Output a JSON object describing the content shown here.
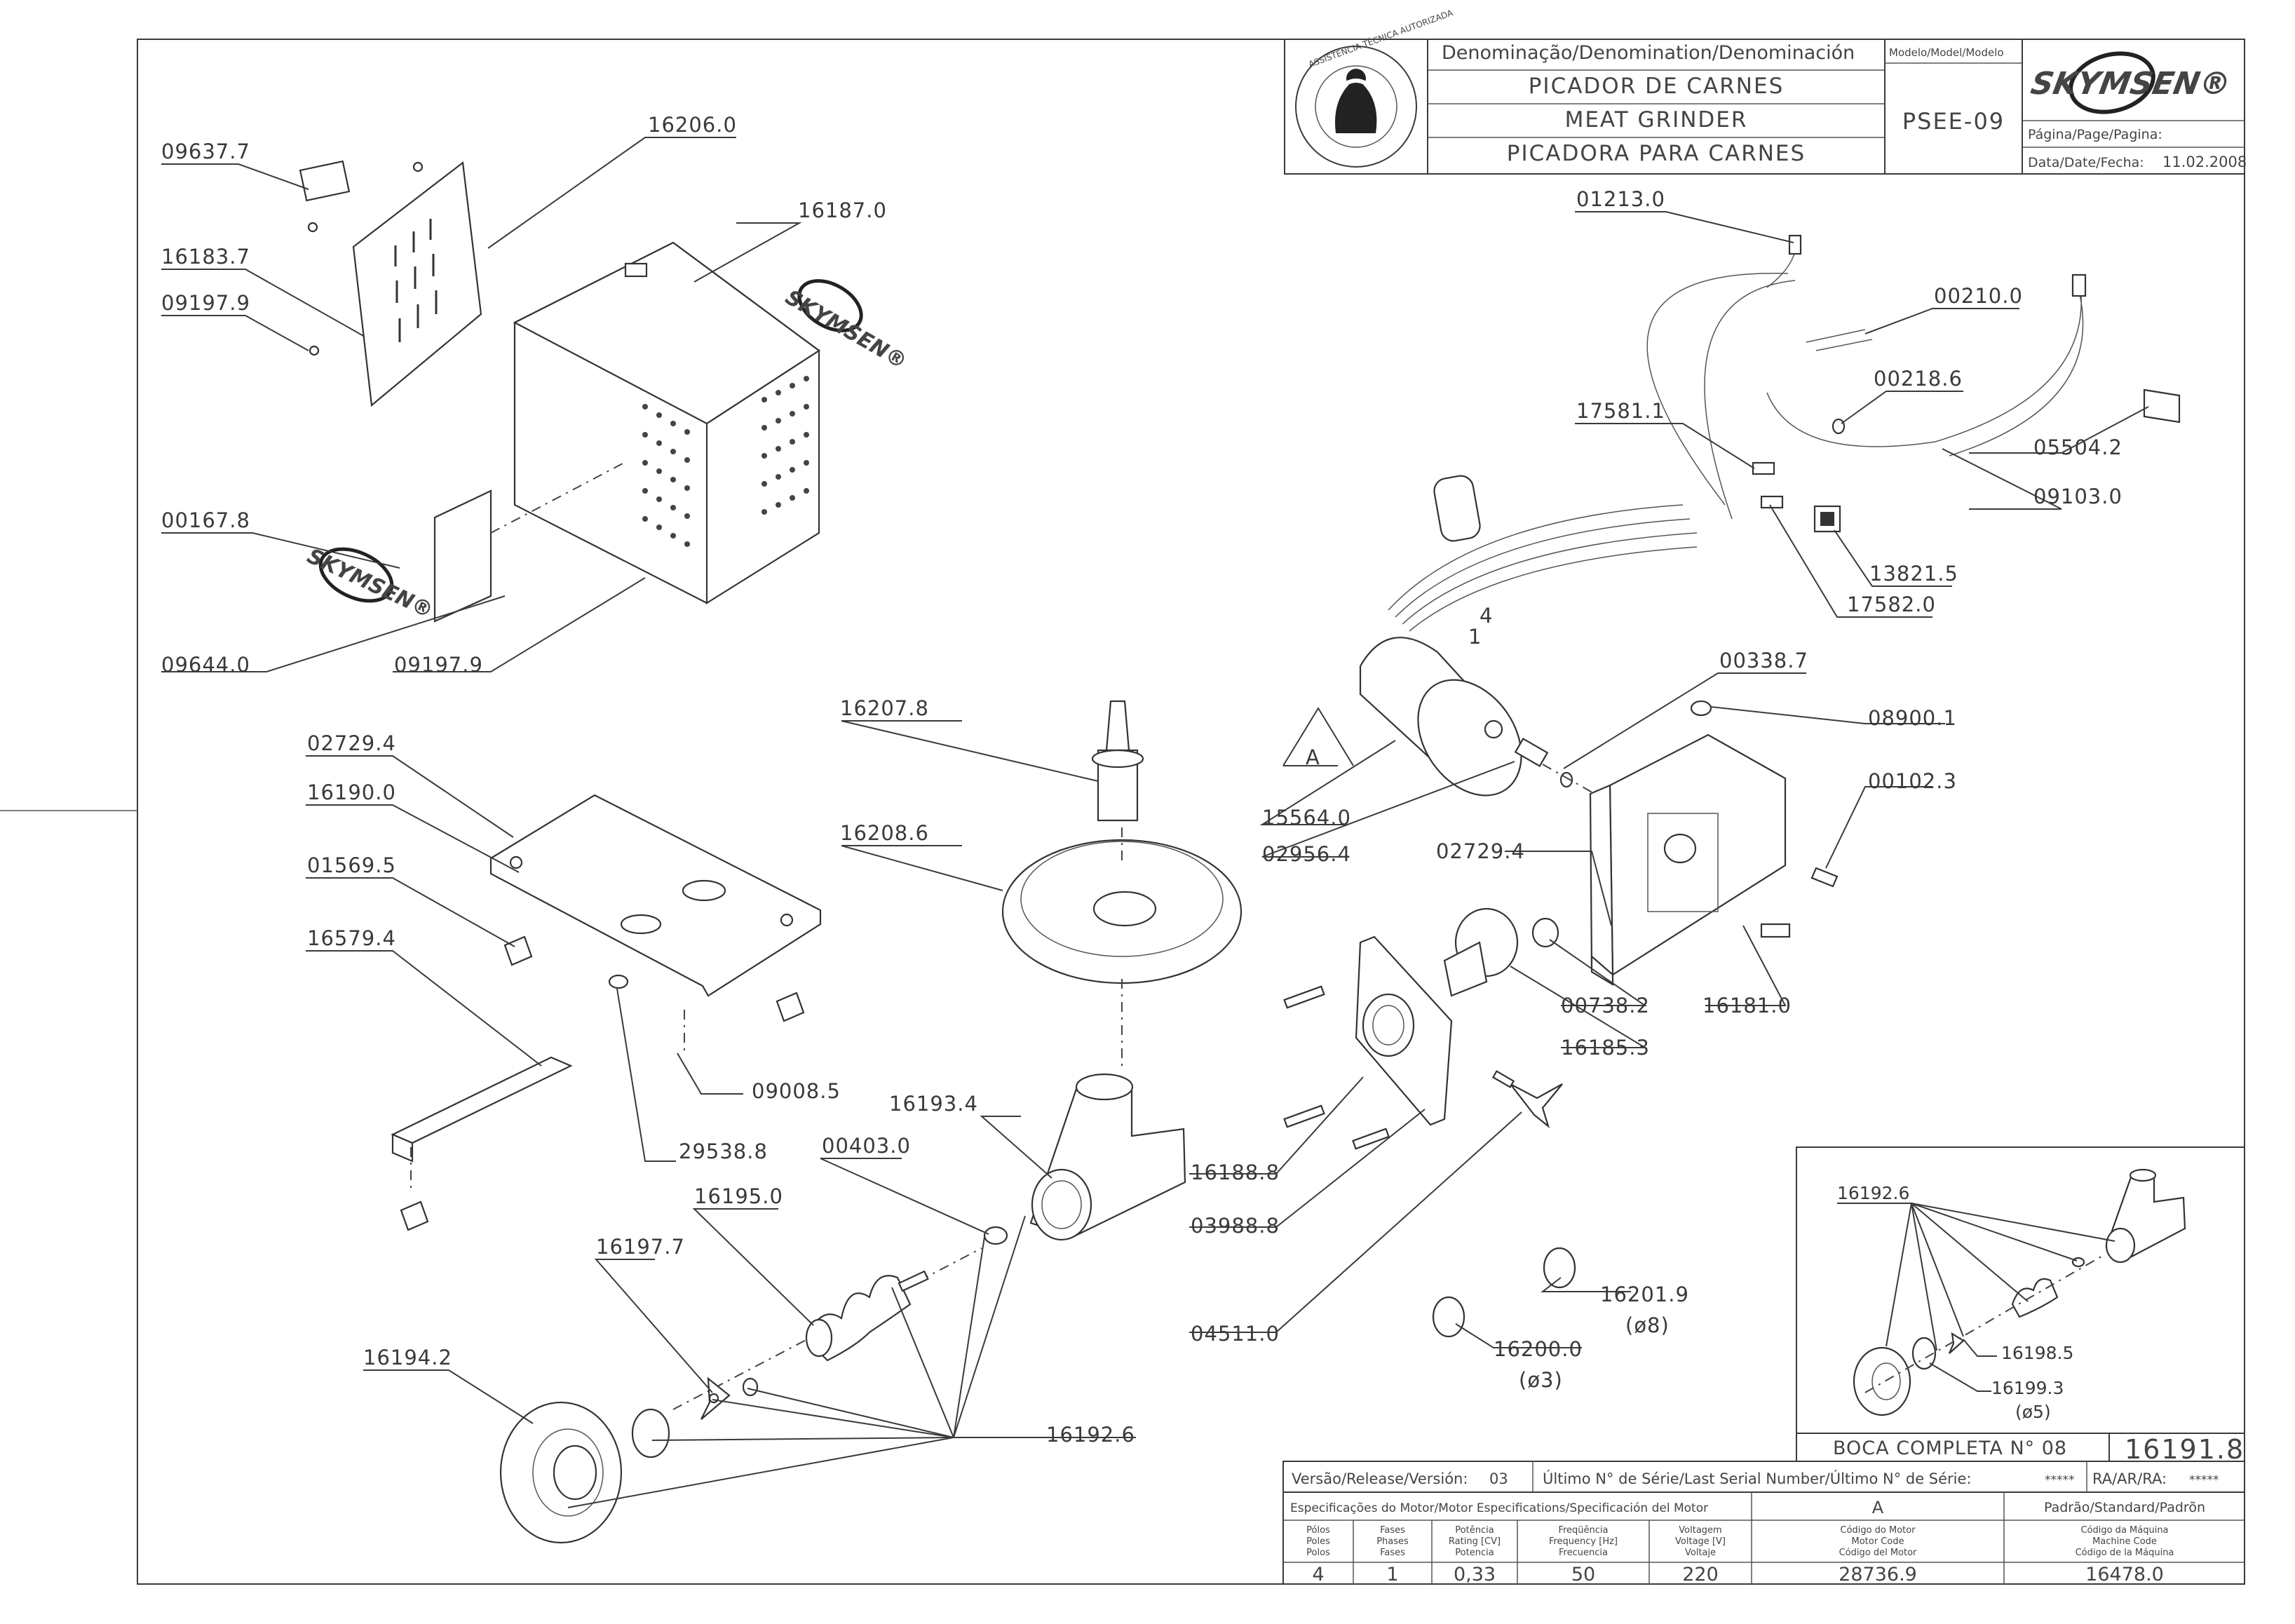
{
  "title_block": {
    "denomination_header": "Denominação/Denomination/Denominación",
    "name_pt": "PICADOR DE CARNES",
    "name_en": "MEAT GRINDER",
    "name_es": "PICADORA PARA CARNES",
    "model_header": "Modelo/Model/Modelo",
    "model_value": "PSEE-09",
    "brand": "SKYMSEN®",
    "page_label": "Página/Page/Pagina:",
    "date_label": "Data/Date/Fecha:",
    "date_value": "11.02.2008",
    "seal_text": "ASSISTÊNCIA TÉCNICA AUTORIZADA"
  },
  "parts": [
    {
      "code": "09637.7"
    },
    {
      "code": "16206.0"
    },
    {
      "code": "16187.0"
    },
    {
      "code": "16183.7"
    },
    {
      "code": "09197.9"
    },
    {
      "code": "00167.8"
    },
    {
      "code": "09644.0"
    },
    {
      "code": "09197.9"
    },
    {
      "code": "02729.4"
    },
    {
      "code": "16190.0"
    },
    {
      "code": "01569.5"
    },
    {
      "code": "16579.4"
    },
    {
      "code": "09008.5"
    },
    {
      "code": "29538.8"
    },
    {
      "code": "16207.8"
    },
    {
      "code": "16208.6"
    },
    {
      "code": "16193.4"
    },
    {
      "code": "00403.0"
    },
    {
      "code": "16195.0"
    },
    {
      "code": "16197.7"
    },
    {
      "code": "16194.2"
    },
    {
      "code": "16192.6"
    },
    {
      "code": "01213.0"
    },
    {
      "code": "00210.0"
    },
    {
      "code": "00218.6"
    },
    {
      "code": "05504.2"
    },
    {
      "code": "17581.1"
    },
    {
      "code": "09103.0"
    },
    {
      "code": "13821.5"
    },
    {
      "code": "17582.0"
    },
    {
      "code": "00338.7"
    },
    {
      "code": "08900.1"
    },
    {
      "code": "15564.0"
    },
    {
      "code": "02956.4"
    },
    {
      "code": "00102.3"
    },
    {
      "code": "02729.4"
    },
    {
      "code": "00738.2"
    },
    {
      "code": "16181.0"
    },
    {
      "code": "16185.3"
    },
    {
      "code": "16188.8"
    },
    {
      "code": "03988.8"
    },
    {
      "code": "04511.0"
    },
    {
      "code": "16201.9"
    },
    {
      "code": "(ø8)"
    },
    {
      "code": "16200.0"
    },
    {
      "code": "(ø3)"
    }
  ],
  "motor_view_letter": "A",
  "wire_numbers": [
    "4",
    "1"
  ],
  "inset": {
    "parts": [
      {
        "code": "16192.6"
      },
      {
        "code": "16198.5"
      },
      {
        "code": "16199.3"
      },
      {
        "code": "(ø5)"
      }
    ],
    "caption": "BOCA COMPLETA N° 08",
    "code": "16191.8"
  },
  "release_row": {
    "version_label": "Versão/Release/Versión:",
    "version_value": "03",
    "serial_label": "Último N° de Série/Last Serial Number/Último N° de Série:",
    "serial_value": "*****",
    "ra_label": "RA/AR/RA:",
    "ra_value": "*****"
  },
  "specs": {
    "header": "Especificações do Motor/Motor Especifications/Specificación del Motor",
    "letter": "A",
    "standard": "Padrão/Standard/Padrõn",
    "columns": [
      {
        "l1": "Pólos",
        "l2": "Poles",
        "l3": "Polos",
        "value": "4"
      },
      {
        "l1": "Fases",
        "l2": "Phases",
        "l3": "Fases",
        "value": "1"
      },
      {
        "l1": "Potência",
        "l2": "Rating [CV]",
        "l3": "Potencia",
        "value": "0,33"
      },
      {
        "l1": "Freqüência",
        "l2": "Frequency [Hz]",
        "l3": "Frecuencia",
        "value": "50"
      },
      {
        "l1": "Voltagem",
        "l2": "Voltage [V]",
        "l3": "Voltaje",
        "value": "220"
      },
      {
        "l1": "Código do Motor",
        "l2": "Motor Code",
        "l3": "Código del Motor",
        "value": "28736.9"
      },
      {
        "l1": "Código da Máquina",
        "l2": "Machine Code",
        "l3": "Código de la Máquina",
        "value": "16478.0"
      }
    ]
  },
  "colors": {
    "line": "#3a3a3a",
    "background": "#ffffff"
  }
}
